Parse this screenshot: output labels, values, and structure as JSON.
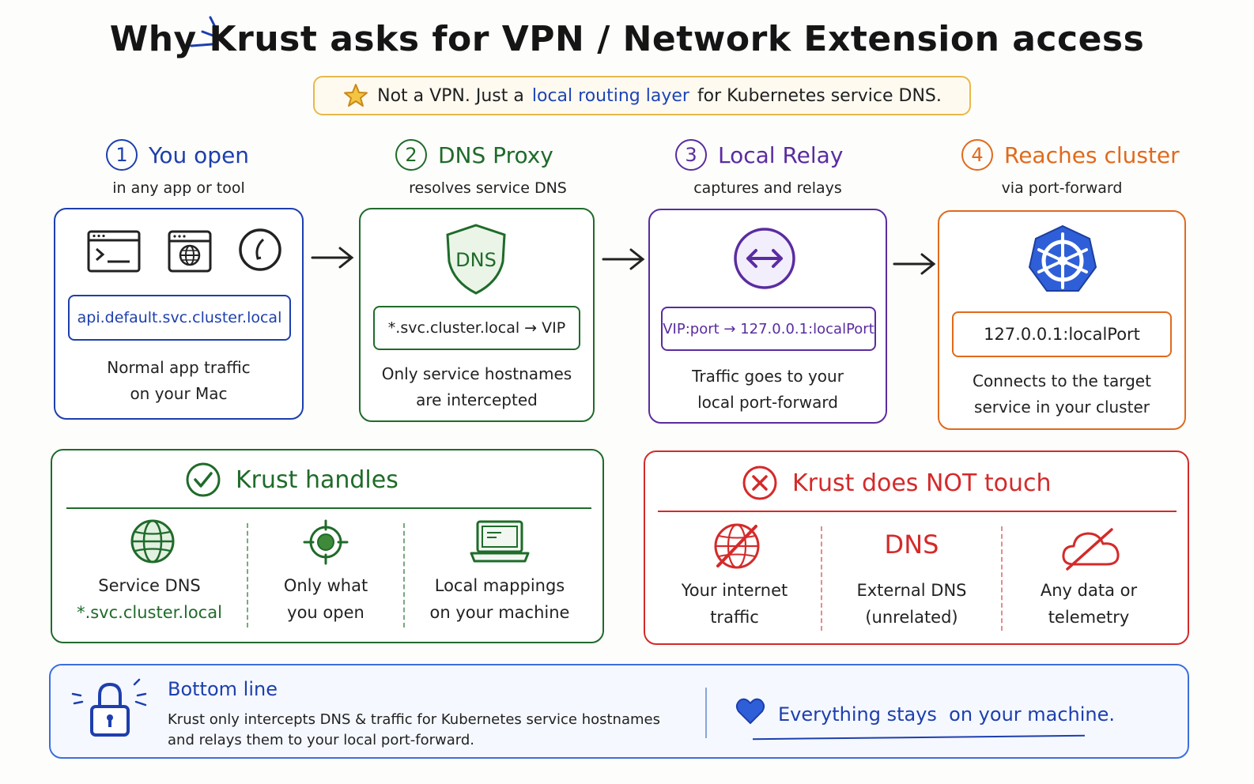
{
  "title": "Why Krust asks for VPN / Network Extension access",
  "banner": {
    "text_before": "Not a VPN. Just a",
    "highlight": "local routing layer",
    "text_after": "for Kubernetes service DNS."
  },
  "steps": [
    {
      "num": "1",
      "title": "You open",
      "sub": "in any app or tool",
      "pill": "api.default.svc.cluster.local",
      "desc1": "Normal app traffic",
      "desc2": "on your Mac",
      "color": "#1d3fae"
    },
    {
      "num": "2",
      "title": "DNS Proxy",
      "sub": "resolves service DNS",
      "icon_text": "DNS",
      "pill": "*.svc.cluster.local → VIP",
      "desc1": "Only service hostnames",
      "desc2": "are intercepted",
      "color": "#1f6b2a"
    },
    {
      "num": "3",
      "title": "Local Relay",
      "sub": "captures and relays",
      "pill": "VIP:port → 127.0.0.1:localPort",
      "desc1": "Traffic goes to your",
      "desc2": "local port-forward",
      "color": "#5a2ca0"
    },
    {
      "num": "4",
      "title": "Reaches cluster",
      "sub": "via port-forward",
      "pill": "127.0.0.1:localPort",
      "desc1": "Connects to the target",
      "desc2": "service in your cluster",
      "color": "#e06a1c"
    }
  ],
  "handles": {
    "title": "Krust handles",
    "items": [
      {
        "line1": "Service DNS",
        "line2": "*.svc.cluster.local"
      },
      {
        "line1": "Only what",
        "line2": "you open"
      },
      {
        "line1": "Local mappings",
        "line2": "on your machine"
      }
    ],
    "color": "#1f6b2a"
  },
  "not_touch": {
    "title": "Krust does NOT touch",
    "items": [
      {
        "line1": "Your internet",
        "line2": "traffic"
      },
      {
        "icon_text": "DNS",
        "line1": "External DNS",
        "line2": "(unrelated)"
      },
      {
        "line1": "Any data or",
        "line2": "telemetry"
      }
    ],
    "color": "#d42a2a"
  },
  "bottom": {
    "title": "Bottom line",
    "line1": "Krust only intercepts DNS & traffic for Kubernetes service hostnames",
    "line2": "and relays them to your local port-forward.",
    "tagline": "Everything stays  on your machine.",
    "color": "#1d3fae"
  },
  "icons": [
    "terminal-icon",
    "browser-globe-icon",
    "app-icon",
    "dns-shield-icon",
    "relay-arrows-icon",
    "kubernetes-helm-icon",
    "check-circle-icon",
    "globe-icon",
    "target-icon",
    "laptop-icon",
    "x-circle-icon",
    "no-internet-icon",
    "no-cloud-icon",
    "lock-icon",
    "heart-icon",
    "star-icon"
  ]
}
